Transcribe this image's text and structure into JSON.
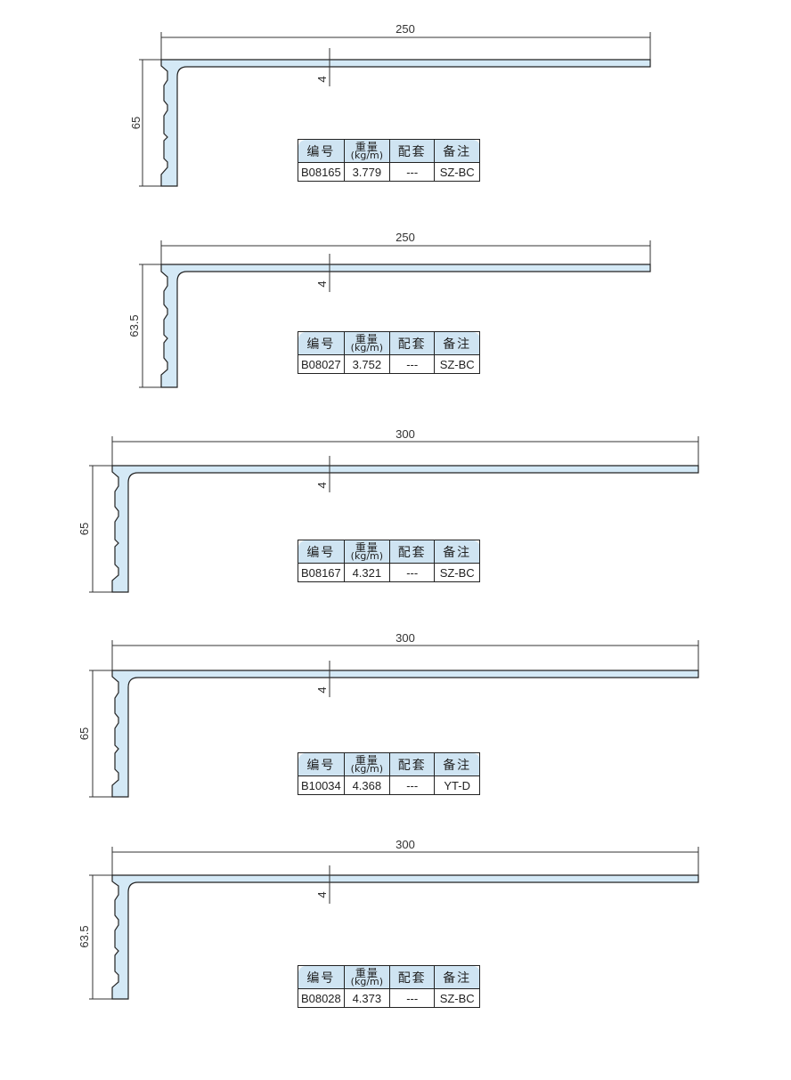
{
  "table_headers": {
    "code": "编号",
    "weight_top": "重量",
    "weight_unit": "(kg/m)",
    "match": "配套",
    "note": "备注"
  },
  "profiles": [
    {
      "width_dim": "250",
      "height_dim": "65",
      "thickness_dim": "4",
      "code": "B08165",
      "weight": "3.779",
      "match": "---",
      "note": "SZ-BC"
    },
    {
      "width_dim": "250",
      "height_dim": "63.5",
      "thickness_dim": "4",
      "code": "B08027",
      "weight": "3.752",
      "match": "---",
      "note": "SZ-BC"
    },
    {
      "width_dim": "300",
      "height_dim": "65",
      "thickness_dim": "4",
      "code": "B08167",
      "weight": "4.321",
      "match": "---",
      "note": "SZ-BC"
    },
    {
      "width_dim": "300",
      "height_dim": "65",
      "thickness_dim": "4",
      "code": "B10034",
      "weight": "4.368",
      "match": "---",
      "note": "YT-D"
    },
    {
      "width_dim": "300",
      "height_dim": "63.5",
      "thickness_dim": "4",
      "code": "B08028",
      "weight": "4.373",
      "match": "---",
      "note": "SZ-BC"
    }
  ],
  "colors": {
    "profile_fill": "#d4e9f6",
    "header_fill": "#cfe4f2",
    "stroke": "#222222"
  }
}
